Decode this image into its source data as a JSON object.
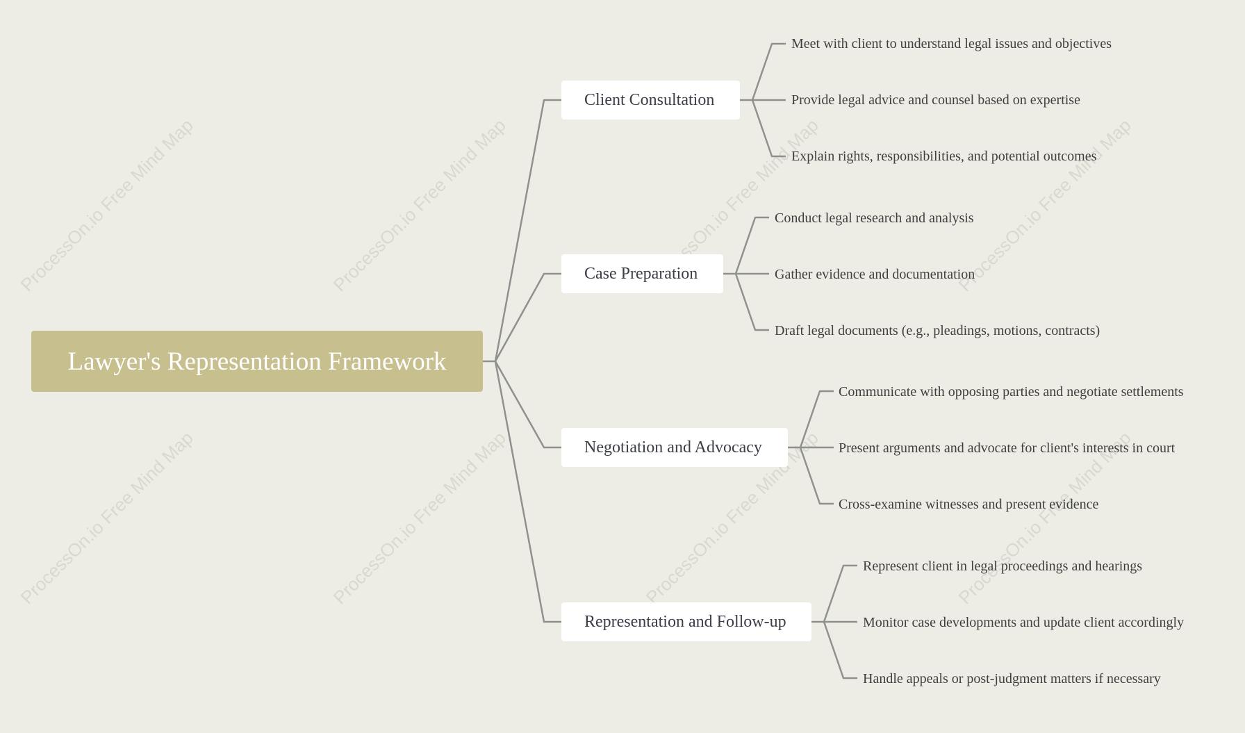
{
  "watermark": "ProcessOn.io Free Mind Map",
  "colors": {
    "background": "#edede5",
    "root_fill": "#c8bf8e",
    "branch_fill": "#ffffff",
    "connector": "#8f918e"
  },
  "root": {
    "label": "Lawyer's Representation Framework"
  },
  "branches": [
    {
      "label": "Client Consultation",
      "children": [
        "Meet with client to understand legal issues and objectives",
        "Provide legal advice and counsel based on expertise",
        "Explain rights, responsibilities, and potential outcomes"
      ]
    },
    {
      "label": "Case Preparation",
      "children": [
        "Conduct legal research and analysis",
        "Gather evidence and documentation",
        "Draft legal documents (e.g., pleadings, motions, contracts)"
      ]
    },
    {
      "label": "Negotiation and Advocacy",
      "children": [
        "Communicate with opposing parties and negotiate settlements",
        "Present arguments and advocate for client's interests in court",
        "Cross-examine witnesses and present evidence"
      ]
    },
    {
      "label": "Representation and Follow-up",
      "children": [
        "Represent client in legal proceedings and hearings",
        "Monitor case developments and update client accordingly",
        "Handle appeals or post-judgment matters if necessary"
      ]
    }
  ]
}
